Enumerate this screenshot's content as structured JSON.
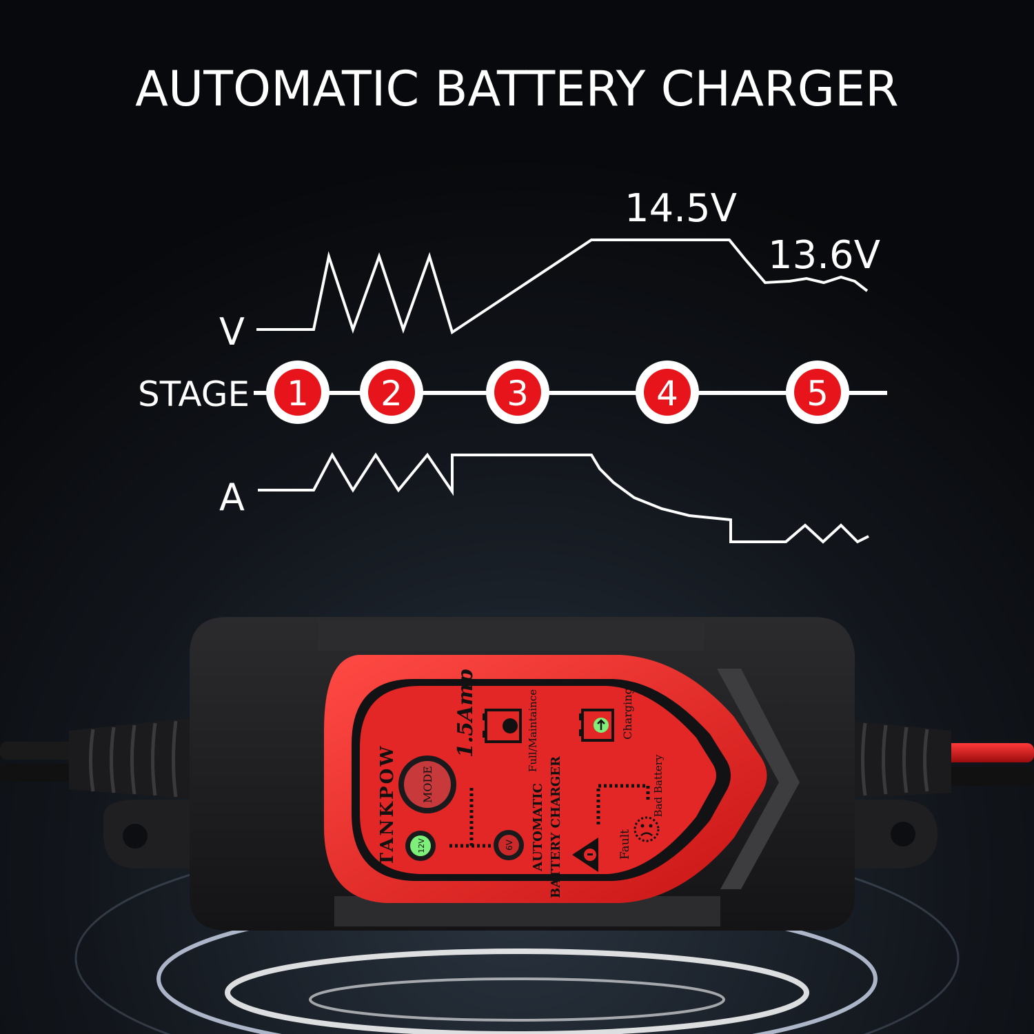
{
  "title": "AUTOMATIC BATTERY CHARGER",
  "diagram": {
    "voltage_axis_label": "V",
    "current_axis_label": "A",
    "stage_label": "STAGE",
    "stages": [
      "1",
      "2",
      "3",
      "4",
      "5"
    ],
    "voltage_peak": "14.5V",
    "voltage_float": "13.6V"
  },
  "device": {
    "brand": "TANKPOW",
    "rating": "1.5Amp",
    "product_line_1": "AUTOMATIC",
    "product_line_2": "BATTERY CHARGER",
    "mode_button": "MODE",
    "indicator_12v": "12V",
    "indicator_6v": "6V",
    "status_full": "Full/Maintaince",
    "status_charging": "Charging",
    "status_bad_battery": "Bad Battery",
    "status_fault": "Fault"
  },
  "colors": {
    "background": "#0c0e12",
    "stage_red": "#e8141b",
    "panel_red": "#e32626",
    "body_black": "#1d1d1f",
    "led_green": "#7ef07a",
    "line_white": "#ffffff"
  }
}
